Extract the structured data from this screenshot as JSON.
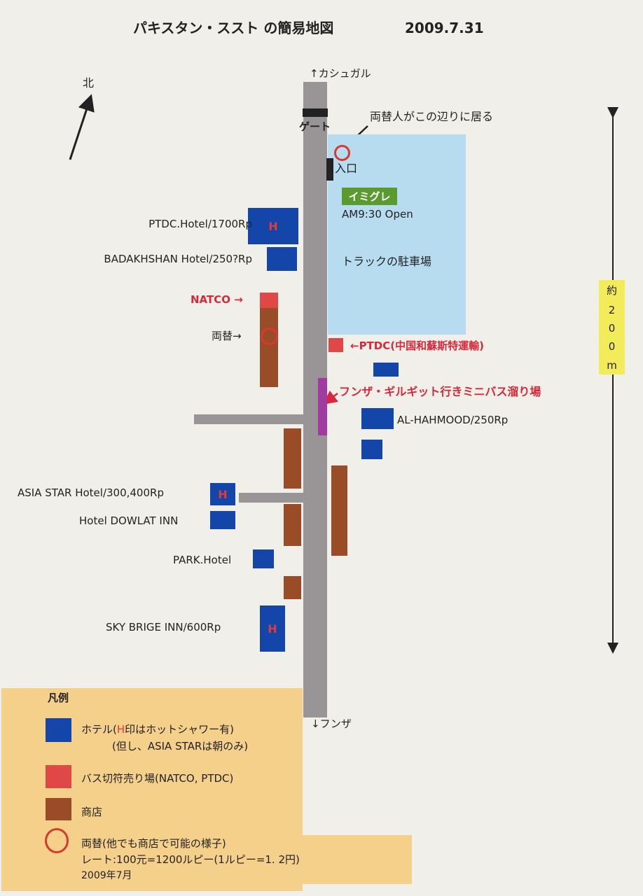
{
  "title": "パキスタン・ススト の簡易地図",
  "date": "2009.7.31",
  "north": "北",
  "to_north": "↑カシュガル",
  "to_south": "↓フンザ",
  "gate": "ゲート",
  "entrance": "入口",
  "money_changers_note": "両替人がこの辺りに居る",
  "immigration": {
    "label": "イミグレ",
    "hours": "AM9:30 Open"
  },
  "truck_parking": "トラックの駐車場",
  "scale": {
    "chars": [
      "約",
      "2",
      "0",
      "0",
      "m"
    ]
  },
  "hotels": {
    "ptdc": "PTDC.Hotel/1700Rp",
    "badakhshan": "BADAKHSHAN Hotel/250?Rp",
    "al_hahmood": "AL-HAHMOOD/250Rp",
    "asia_star": "ASIA STAR Hotel/300,400Rp",
    "dowlat": "Hotel DOWLAT INN",
    "park": "PARK.Hotel",
    "sky": "SKY BRIGE INN/600Rp",
    "hot_shower_mark": "H"
  },
  "natco": "NATCO →",
  "exchange": "両替→",
  "ptdc_bus": "←PTDC(中国和蘇斯特運輸)",
  "minibus": "フンザ・ギルギット行きミニバス溜り場",
  "legend": {
    "title": "凡例",
    "hotel_prefix": "ホテル(",
    "hotel_h": "H",
    "hotel_suffix": "印はホットシャワー有)",
    "hotel_note": "(但し、ASIA STARは朝のみ)",
    "bus": "バス切符売り場(NATCO, PTDC)",
    "shop": "商店",
    "exchange": "両替(他でも商店で可能の様子)",
    "rate": "レート:100元=1200ルピー(1ルピー=1. 2円)",
    "rate_date": "2009年7月"
  },
  "colors": {
    "hotel": "#1346a8",
    "bus": "#e04848",
    "shop": "#9a4c26",
    "parking": "#b8dcef",
    "immigration": "#5a9a2e",
    "minibus": "#a03ca0",
    "legend_bg": "#f5d08a"
  }
}
